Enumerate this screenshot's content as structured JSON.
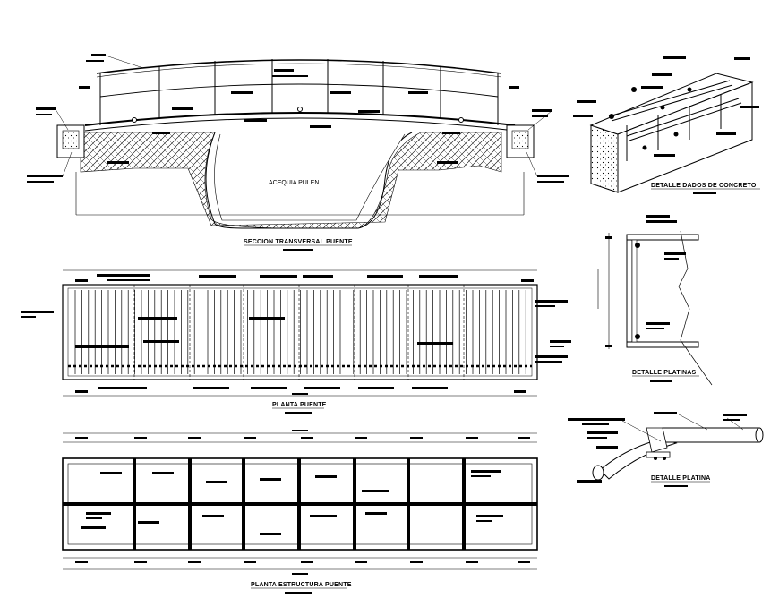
{
  "drawing": {
    "titles": {
      "section": "SECCION TRANSVERSAL PUENTE",
      "dados": "DETALLE DADOS DE CONCRETO",
      "platinas": "DETALLE PLATINAS",
      "planta": "PLANTA PUENTE",
      "platina": "DETALLE PLATINA",
      "estructura": "PLANTA ESTRUCTURA PUENTE"
    },
    "labels": {
      "acequia": "ACEQUIA PULEN"
    }
  }
}
